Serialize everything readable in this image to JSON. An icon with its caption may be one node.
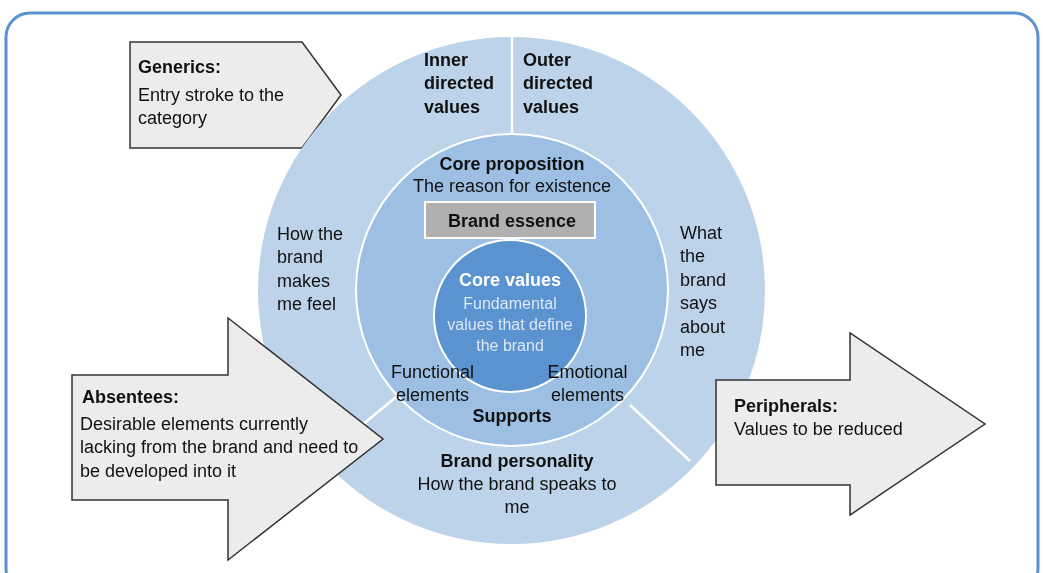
{
  "diagram": {
    "nodes": [
      {
        "text": [
          "Generics:",
          "Entry stroke to the category"
        ]
      },
      {
        "text": [
          "Inner directed values",
          "Outer directed values",
          "How the brand makes me feel",
          "What the brand says about me",
          "Brand personality",
          "How the brand speaks to me"
        ]
      },
      {
        "text": [
          "Core proposition",
          "The reason for existence",
          "Functional elements",
          "Emotional elements",
          "Supports"
        ],
        "in": 1
      },
      {
        "text": [
          "Brand essence"
        ],
        "in": 2
      },
      {
        "text": [
          "Core values",
          "Fundamental values that define the brand"
        ],
        "in": 2
      },
      {
        "text": [
          "Absentees:",
          "Desirable elements currently lacking from the brand and need to be developed into it"
        ]
      },
      {
        "text": [
          "Peripherals:",
          "Values to be reduced"
        ]
      }
    ],
    "edges": []
  }
}
